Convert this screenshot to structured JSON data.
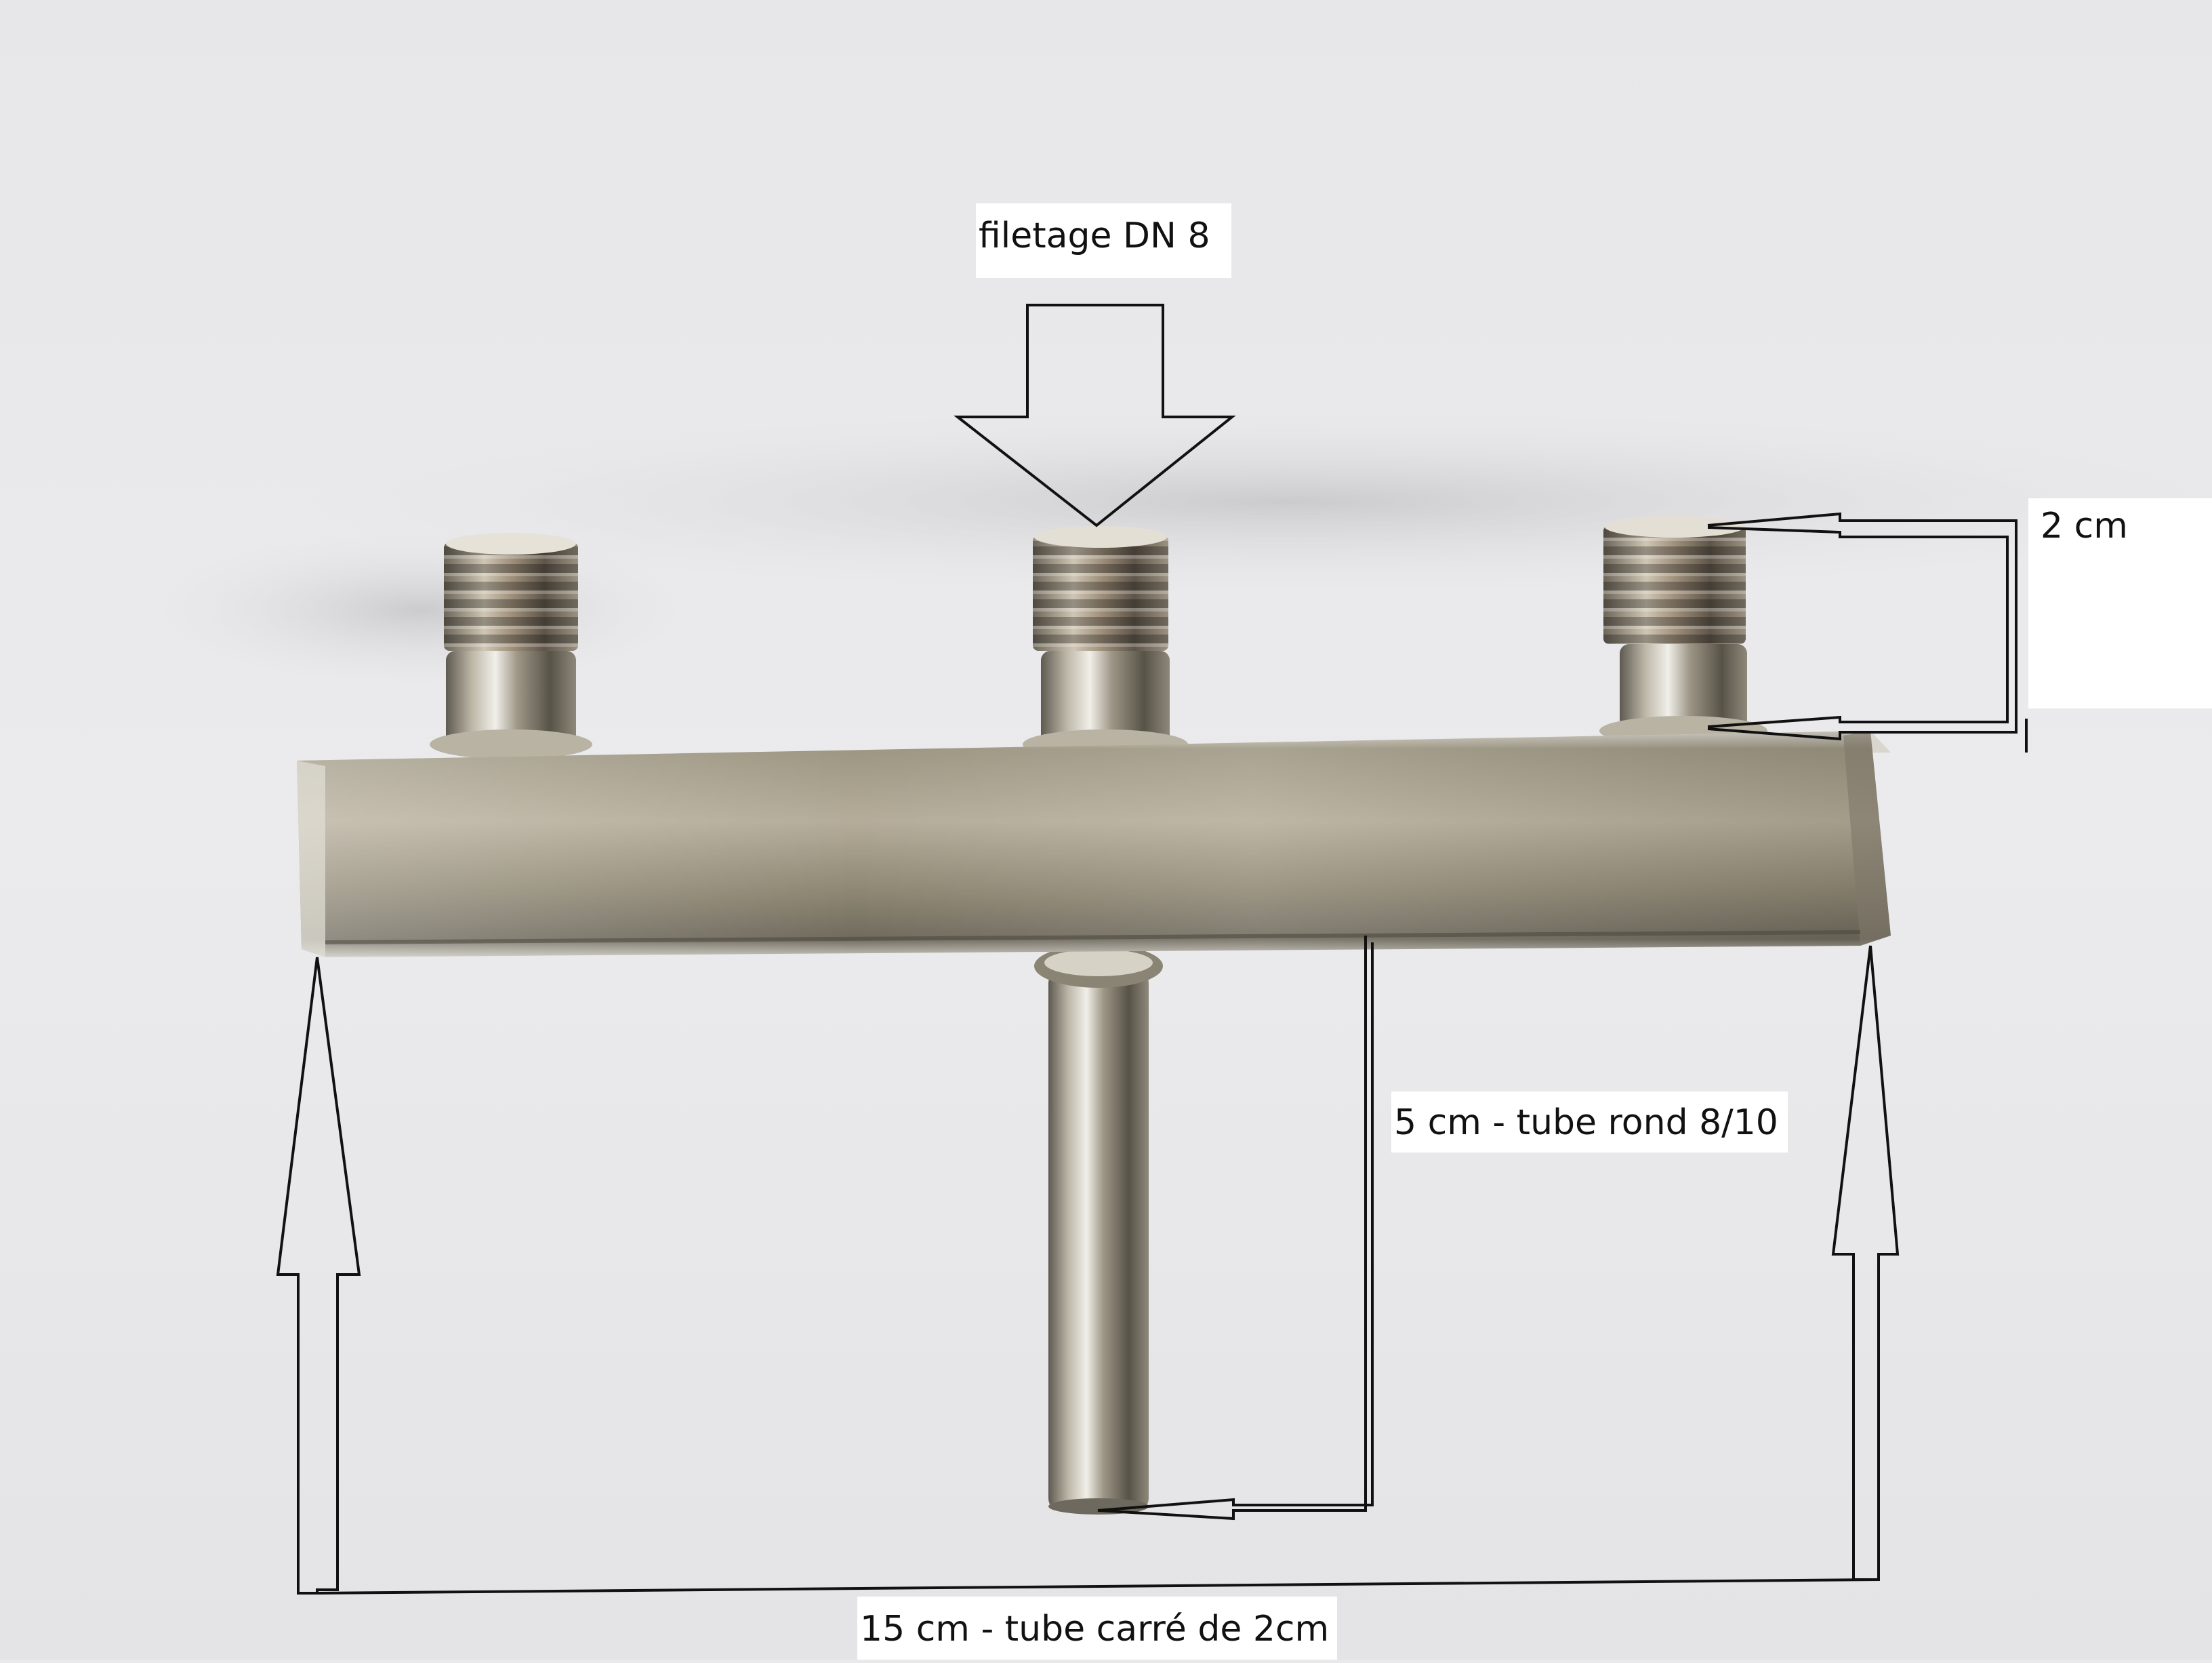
{
  "annotations": {
    "thread": "filetage DN 8",
    "nipple_height": "2 cm",
    "round_tube": "5 cm - tube rond 8/10",
    "square_tube": "15 cm - tube carré de 2cm"
  },
  "colors": {
    "background": "#e9e9eb",
    "steel": "#a29a86",
    "label_bg": "#ffffff",
    "annotation_line": "#111111"
  }
}
